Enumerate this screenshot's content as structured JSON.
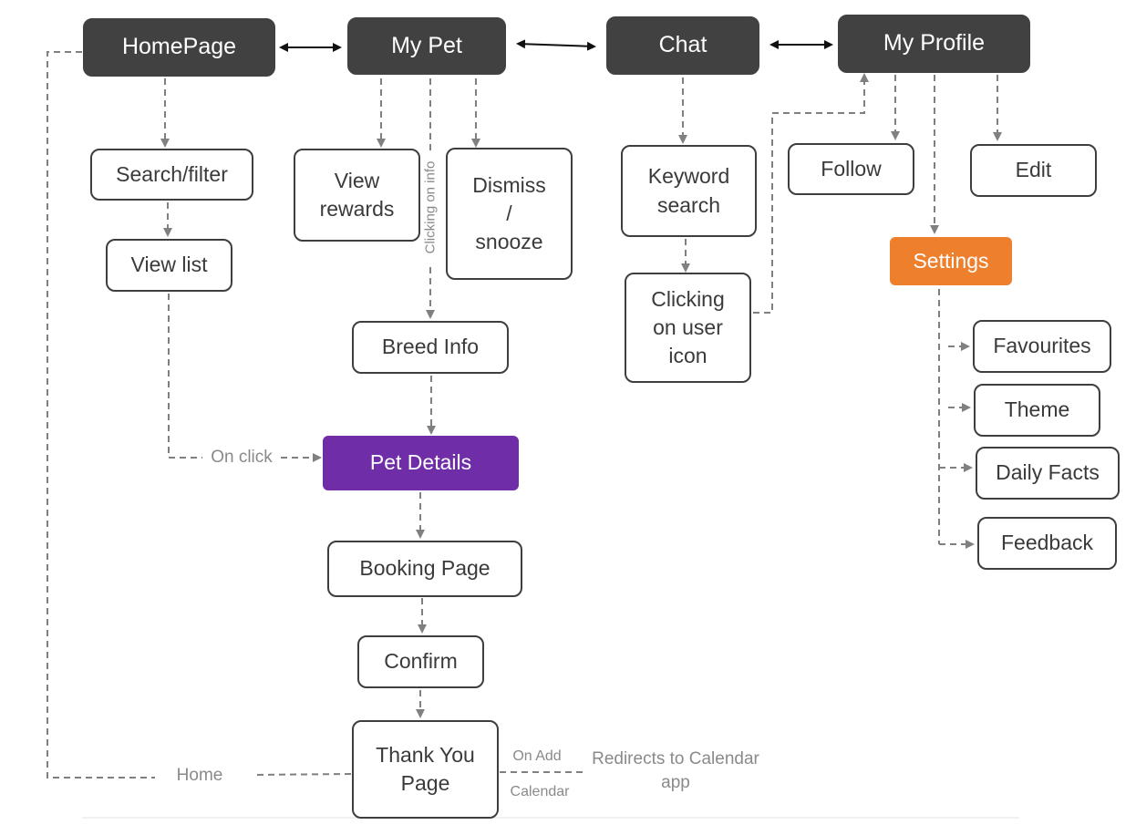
{
  "nodes": {
    "homepage": "HomePage",
    "my_pet": "My Pet",
    "chat": "Chat",
    "my_profile": "My Profile",
    "search_filter": "Search/filter",
    "view_list": "View list",
    "view_rewards": "View\nrewards",
    "dismiss_snooze": "Dismiss\n/\nsnooze",
    "breed_info": "Breed Info",
    "pet_details": "Pet Details",
    "booking_page": "Booking Page",
    "confirm": "Confirm",
    "thank_you_page": "Thank You\nPage",
    "keyword_search": "Keyword\nsearch",
    "clicking_user_icon": "Clicking\non user\nicon",
    "follow": "Follow",
    "edit": "Edit",
    "settings": "Settings",
    "favourites": "Favourites",
    "theme": "Theme",
    "daily_facts": "Daily Facts",
    "feedback": "Feedback"
  },
  "edge_labels": {
    "clicking_on_info": "Clicking on info",
    "on_click": "On click",
    "home": "Home",
    "on_add": "On Add",
    "calendar": "Calendar",
    "redirects": "Redirects to Calendar\napp"
  },
  "colors": {
    "primary_node": "#414141",
    "settings_node": "#ee7f2d",
    "pet_details_node": "#6f2da8",
    "connector": "#808080",
    "border": "#3e3e3e"
  }
}
